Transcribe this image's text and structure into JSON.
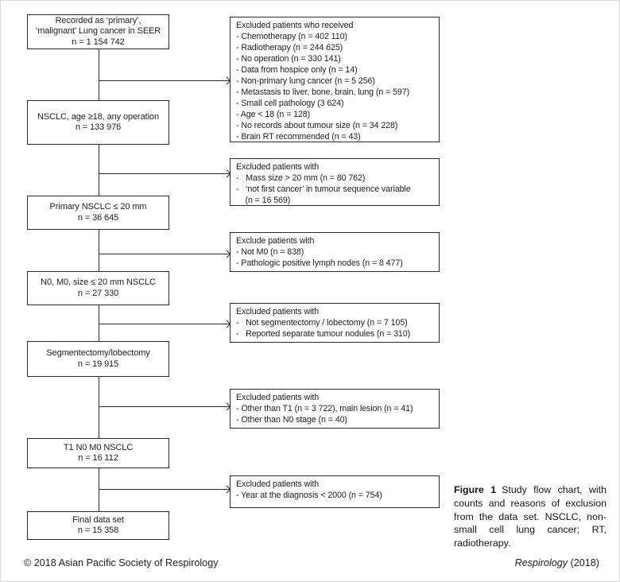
{
  "flow": {
    "main_boxes": [
      {
        "lines": [
          "Recorded as ‘primary’,",
          "‘malignant’ Lung cancer in SEER",
          "n = 1 154 742"
        ]
      },
      {
        "lines": [
          "NSCLC, age ≥18, any operation",
          "n = 133 976"
        ]
      },
      {
        "lines": [
          "Primary NSCLC ≤ 20 mm",
          "n = 36 645"
        ]
      },
      {
        "lines": [
          "N0, M0, size ≤ 20 mm NSCLC",
          "n = 27 330"
        ]
      },
      {
        "lines": [
          "Segmentectomy/lobectomy",
          "n = 19 915"
        ]
      },
      {
        "lines": [
          "T1 N0 M0 NSCLC",
          "n = 16 112"
        ]
      },
      {
        "lines": [
          "Final data set",
          "n = 15 358"
        ]
      }
    ],
    "exclusion_boxes": [
      {
        "title": "Excluded patients who received",
        "items": [
          "- Chemotherapy (n = 402 110)",
          "- Radiotherapy (n = 244 625)",
          "- No operation (n = 330 141)",
          "- Data from hospice only (n = 14)",
          "- Non-primary lung cancer (n = 5 256)",
          "- Metastasis to liver, bone, brain, lung (n = 597)",
          "- Small cell pathology (3 624)",
          "- Age < 18 (n = 128)",
          "- No records about tumour size (n = 34 228)",
          "- Brain RT recommended (n = 43)"
        ]
      },
      {
        "title": "Excluded patients with",
        "items": [
          "-   Mass size > 20 mm (n = 80 762)",
          "-   ‘not first cancer’ in tumour sequence variable",
          "    (n = 16 569)"
        ]
      },
      {
        "title": "Exclude patients with",
        "items": [
          "- Not M0 (n = 838)",
          "- Pathologic positive lymph nodes (n = 8 477)"
        ]
      },
      {
        "title": "Excluded patients with",
        "items": [
          "-   Not segmentectomy / lobectomy (n = 7 105)",
          "-   Reported separate tumour nodules (n = 310)"
        ]
      },
      {
        "title": "Excluded patients with",
        "items": [
          "- Other than T1 (n = 3 722), main lesion (n = 41)",
          "- Other than N0 stage (n = 40)"
        ]
      },
      {
        "title": "Excluded patients with",
        "items": [
          "- Year at the diagnosis < 2000 (n = 754)"
        ]
      }
    ]
  },
  "caption": {
    "label": "Figure 1",
    "text": "Study flow chart, with counts and reasons of exclusion from the data set. NSCLC, non-small cell lung cancer; RT, radiotherapy."
  },
  "footer": {
    "copyright": "© 2018 Asian Pacific Society of Respirology",
    "journal": "Respirology",
    "year": " (2018)"
  }
}
